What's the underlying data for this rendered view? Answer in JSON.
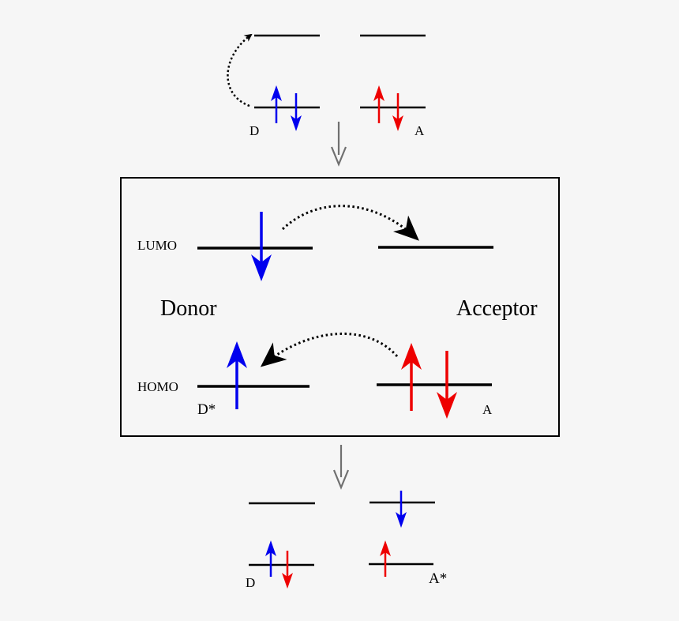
{
  "colors": {
    "background": "#f6f6f6",
    "line": "#000000",
    "donor_electron": "#0000ee",
    "acceptor_electron": "#ee0000",
    "step_arrow": "#707070"
  },
  "top_state": {
    "donor_label": "D",
    "acceptor_label": "A"
  },
  "box": {
    "lumo_label": "LUMO",
    "homo_label": "HOMO",
    "donor_label": "Donor",
    "acceptor_label": "Acceptor",
    "donor_state_label": "D*",
    "acceptor_state_label": "A"
  },
  "bottom_state": {
    "donor_label": "D",
    "acceptor_label": "A*"
  }
}
